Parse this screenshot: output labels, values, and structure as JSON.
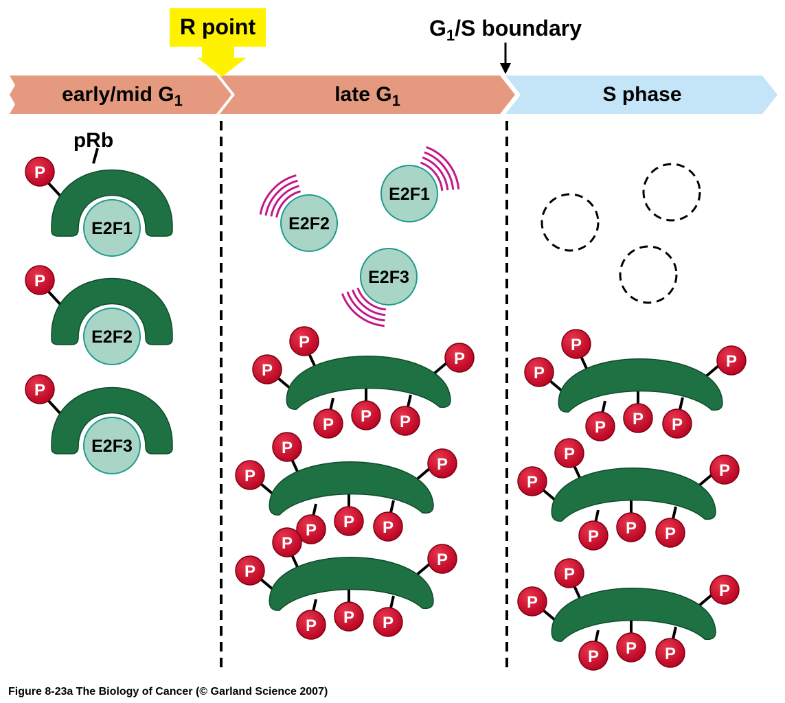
{
  "markers": {
    "r_point": "R point",
    "g1s_boundary": {
      "prefix": "G",
      "subscript": "1",
      "suffix": "/S boundary"
    }
  },
  "phases": {
    "early_mid_g1": {
      "prefix": "early/mid G",
      "subscript": "1"
    },
    "late_g1": {
      "prefix": "late G",
      "subscript": "1"
    },
    "s_phase": "S phase"
  },
  "labels": {
    "prb": "pRb",
    "phosphate": "P",
    "e2f1": "E2F1",
    "e2f2": "E2F2",
    "e2f3": "E2F3"
  },
  "colors": {
    "g1_band": "#e59a7f",
    "s_band": "#c4e4f8",
    "r_point_flag": "#fff200",
    "prb": "#1e7143",
    "e2f_fill": "#a8d5c6",
    "e2f_stroke": "#1f9a8e",
    "phosphate": "#c8102e",
    "activity_arcs": "#c1188a"
  },
  "caption": "Figure 8-23a  The Biology of Cancer (© Garland Science 2007)"
}
